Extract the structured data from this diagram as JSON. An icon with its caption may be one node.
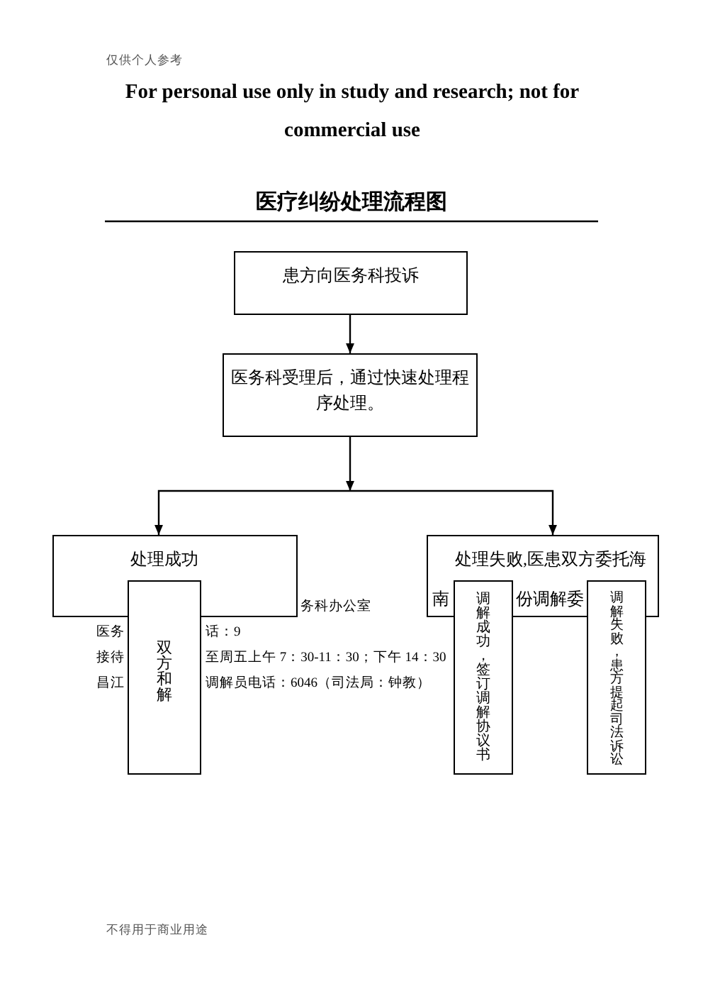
{
  "diagram": {
    "title": "医疗纠纷处理流程图",
    "nodes": [
      {
        "text": [
          "患方向医务科投诉"
        ]
      },
      {
        "text": [
          "医务科受理后，通过快速处理程序处理。"
        ]
      },
      {
        "text": [
          "处理成功"
        ]
      },
      {
        "text": [
          "处理失败,医患双方委托海",
          "南",
          "份调解委"
        ]
      },
      {
        "text": [
          "双方和解"
        ]
      },
      {
        "text": [
          "调解成功，签订调解协议书"
        ]
      },
      {
        "text": [
          "调解失败，患方提起司法诉讼"
        ]
      }
    ],
    "edges": [
      {
        "from": 0,
        "to": 1,
        "arrow": "to"
      },
      {
        "from": 1,
        "to": 2,
        "arrow": "to"
      },
      {
        "from": 1,
        "to": 3,
        "arrow": "to"
      }
    ],
    "labels": [
      "仅供个人参考",
      "For personal use only in study and research; not for commercial use",
      "务科办公室",
      "医务",
      "话：9",
      "接待",
      "至周五上午 7：30-11：30；下午 14：30",
      "昌江",
      "调解员电话：6046（司法局：钟教）",
      "不得用于商业用途"
    ]
  }
}
